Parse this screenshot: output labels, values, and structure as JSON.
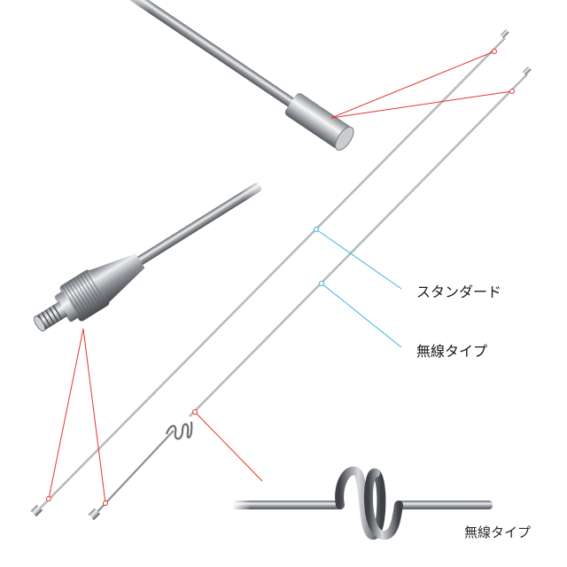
{
  "labels": {
    "standard": "スタンダード",
    "wireless": "無線タイプ",
    "caption": "無線タイプ"
  },
  "colors": {
    "callout_red": "#e5342e",
    "callout_cyan": "#3cb4dc",
    "metal_dark": "#6f7378",
    "metal_light": "#e8eaec",
    "background": "#ffffff"
  }
}
